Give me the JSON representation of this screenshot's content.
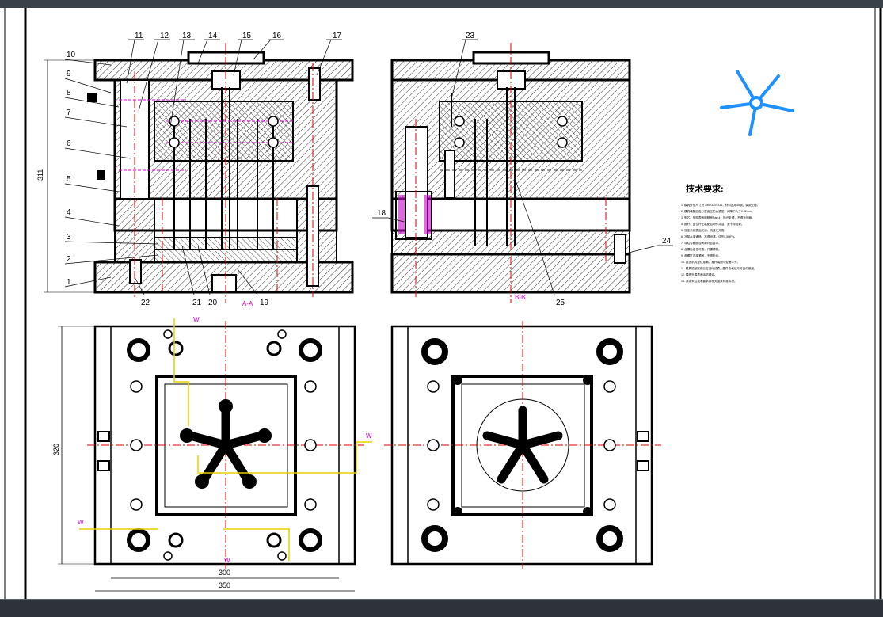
{
  "colors": {
    "outline": "#000000",
    "centerline": "#e00000",
    "cooling": "#d400d4",
    "runner": "#e6d000",
    "product": "#1e90ff",
    "background": "#ffffff",
    "frame": "#3a4148"
  },
  "part_numbers": {
    "left": [
      "10",
      "9",
      "8",
      "7",
      "6",
      "5",
      "4",
      "3",
      "2",
      "1"
    ],
    "top_left": [
      "11",
      "12",
      "13",
      "14",
      "15",
      "16",
      "17"
    ],
    "bottom_left": [
      "22",
      "21",
      "20",
      "19"
    ],
    "right_section": [
      "23",
      "18",
      "24",
      "25"
    ]
  },
  "dimensions": {
    "height": "311",
    "plan_height": "320",
    "plan_inner_width": "300",
    "plan_outer_width": "350"
  },
  "section_labels": {
    "a": "A-A",
    "b": "B-B",
    "cooling": "W"
  },
  "technical_requirements": {
    "title": "技术要求:",
    "lines": [
      "1. 模具外形尺寸为 350×320×311，材料选用45钢，调质处理。",
      "2. 模具装配后各分型面应贴合紧密，间隙不大于0.02mm。",
      "3. 型芯、型腔表面粗糙度Ra0.4，抛光处理，不得有划痕。",
      "4. 推杆、复位杆在装配后动作灵活，无卡滞现象。",
      "5. 浇注系统表面光洁，流道无死角。",
      "6. 冷却水道通畅，不得渗漏，试压0.5MPa。",
      "7. 导柱导套配合间隙符合要求。",
      "8. 合模后定位可靠，开模顺畅。",
      "9. 各螺钉连接紧固，不得松动。",
      "10. 推出机构复位准确，推杆端面与型面平齐。",
      "11. 模具装配完成后应进行试模，塑件合格后方可交付使用。",
      "12. 模具外露表面涂防锈油。",
      "13. 其余未注技术要求按相关国家标准执行。"
    ]
  }
}
